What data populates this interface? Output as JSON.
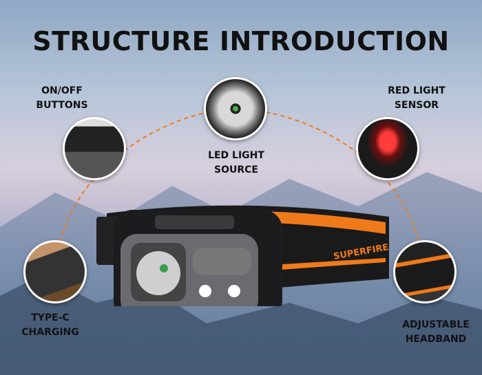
{
  "title": "STRUCTURE INTRODUCTION",
  "features": {
    "onoff": {
      "line1": "ON/OFF",
      "line2": "BUTTONS"
    },
    "led": {
      "line1": "LED LIGHT",
      "line2": "SOURCE"
    },
    "red": {
      "line1": "RED LIGHT",
      "line2": "SENSOR"
    },
    "typec": {
      "line1": "TYPE-C",
      "line2": "CHARGING"
    },
    "band": {
      "line1": "ADJUSTABLE",
      "line2": "HEADBAND"
    }
  },
  "brand": "SUPERFIRE",
  "colors": {
    "accent": "#f07a1a",
    "body": "#1c1c1e"
  }
}
